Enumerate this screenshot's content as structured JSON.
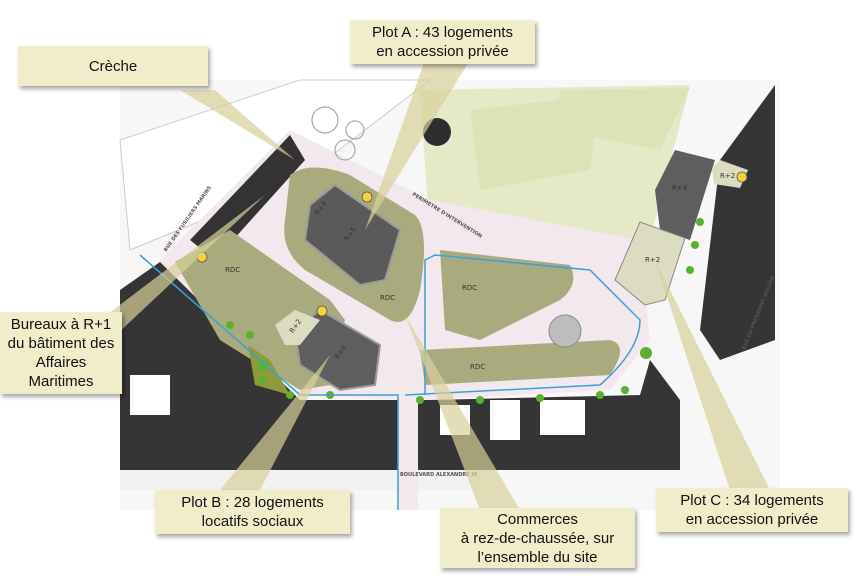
{
  "callouts": {
    "creche": {
      "lines": [
        "Crèche"
      ]
    },
    "plot_a": {
      "lines": [
        "Plot A : 43 logements",
        "en accession privée"
      ]
    },
    "bureaux": {
      "lines": [
        "Bureaux à R+1",
        "du bâtiment des",
        "Affaires",
        "Maritimes"
      ]
    },
    "plot_b": {
      "lines": [
        "Plot B : 28 logements",
        "locatifs sociaux"
      ]
    },
    "commerces": {
      "lines": [
        "Commerces",
        "à rez-de-chaussée, sur",
        "l’ensemble du site"
      ]
    },
    "plot_c": {
      "lines": [
        "Plot C : 34 logements",
        "en accession privée"
      ]
    }
  },
  "map": {
    "rdc": "RDC",
    "r4": "R+4",
    "r5": "R+5",
    "r2": "R+2",
    "streets": {
      "fusiliers": "RUE DES FUSILIERS MARINS",
      "boulevard": "BOULEVARD ALEXANDRE III",
      "wilson": "RUE DU PRESIDENT WILSON",
      "perimetre": "PERIMETRE D'INTERVENTION"
    }
  },
  "colors": {
    "callout_bg": "#f1ecc9",
    "green_block": "#a9ab7f",
    "building": "#3a3a3a",
    "pedestrian": "#f3e8ee",
    "cycle_path": "#3aa0d8"
  }
}
